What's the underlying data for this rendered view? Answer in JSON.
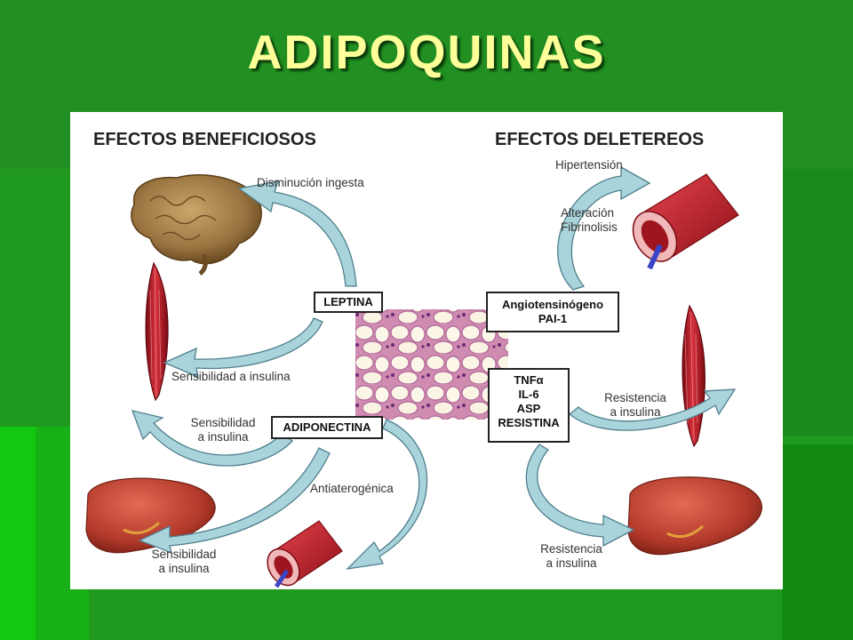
{
  "slide": {
    "title": "ADIPOQUINAS"
  },
  "colors": {
    "background": "#1f9a1f",
    "title": "#ffff99",
    "arrow": "#a9d4dc",
    "arrow_stroke": "#4f7f8c"
  },
  "headings": {
    "beneficial": "EFECTOS BENEFICIOSOS",
    "deleterious": "EFECTOS DELETEREOS"
  },
  "boxes": {
    "leptina": [
      "LEPTINA"
    ],
    "adiponectina": [
      "ADIPONECTINA"
    ],
    "angiotensinogeno": [
      "Angiotensinógeno",
      "PAI-1"
    ],
    "tnf": [
      "TNFα",
      "IL-6",
      "ASP",
      "RESISTINA"
    ]
  },
  "labels": {
    "disminucion_ingesta": "Disminución ingesta",
    "sensibilidad_muscle": "Sensibilidad a insulina",
    "sensibilidad_left_1": "Sensibilidad",
    "sensibilidad_left_2": "a insulina",
    "antiaterogenica": "Antiaterogénica",
    "sensibilidad_liver_1": "Sensibilidad",
    "sensibilidad_liver_2": "a insulina",
    "hipertension": "Hipertensión",
    "alteracion_1": "Alteración",
    "alteracion_2": "Fibrinolisis",
    "resistencia_muscle_1": "Resistencia",
    "resistencia_muscle_2": "a insulina",
    "resistencia_liver_1": "Resistencia",
    "resistencia_liver_2": "a insulina"
  },
  "icons": [
    "brain-icon",
    "muscle-icon",
    "liver-icon",
    "blood-vessel-icon",
    "adipose-tissue-image"
  ]
}
